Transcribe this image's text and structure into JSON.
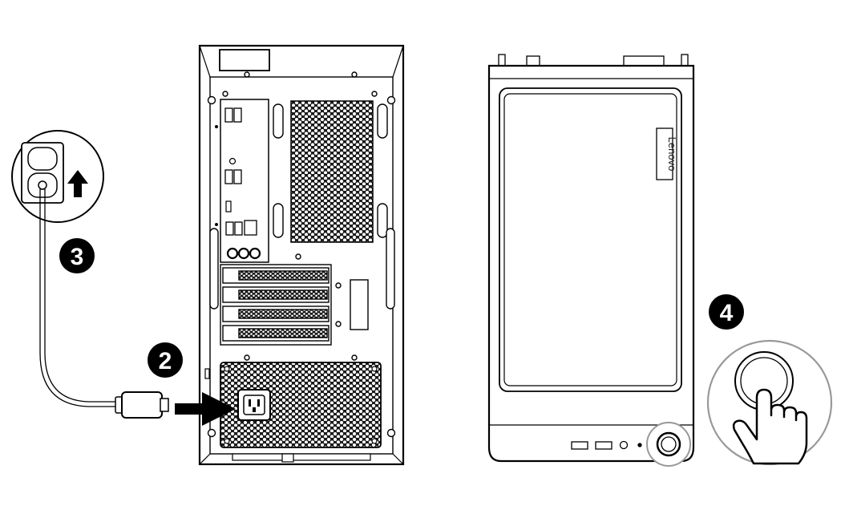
{
  "steps": {
    "step2": {
      "number": "2"
    },
    "step3": {
      "number": "3"
    },
    "step4": {
      "number": "4"
    }
  },
  "front_panel": {
    "logo": "Lenovo"
  },
  "colors": {
    "ink": "#000000",
    "fill": "#ffffff",
    "grille": "#1a1a1a"
  },
  "icons": {
    "arrow_up": "arrow-up-icon",
    "arrow_right": "arrow-right-icon",
    "power_button": "power-button-icon",
    "hand": "hand-pointer-icon",
    "plug": "power-plug-icon"
  }
}
